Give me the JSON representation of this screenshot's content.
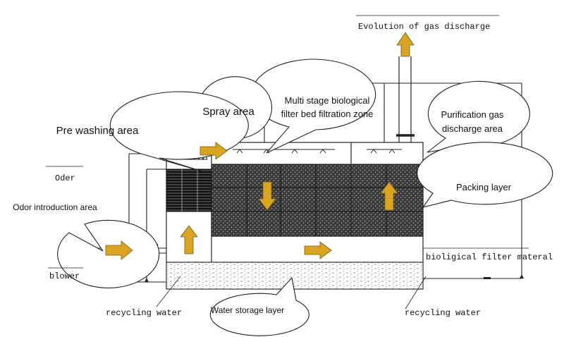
{
  "labels": {
    "evolution": "Evolution of gas discharge",
    "multi_stage_line1": "Multi stage biological",
    "multi_stage_line2": "filter bed filtration zone",
    "spray_area": "Spray area",
    "pre_washing": "Pre washing area",
    "purification_line1": "Purification gas",
    "purification_line2": "discharge area",
    "packing_layer": "Packing layer",
    "oder": "Oder",
    "odor_intro": "Odor introduction area",
    "blower": "blower",
    "bio_filter_material": "bioligical filter materal",
    "recycling_left": "recycling water",
    "water_storage": "Water storage layer",
    "recycling_right": "recycling water"
  },
  "colors": {
    "arrow_fill": "#D9A520",
    "arrow_stroke": "#7a5a10",
    "line": "#222222"
  }
}
